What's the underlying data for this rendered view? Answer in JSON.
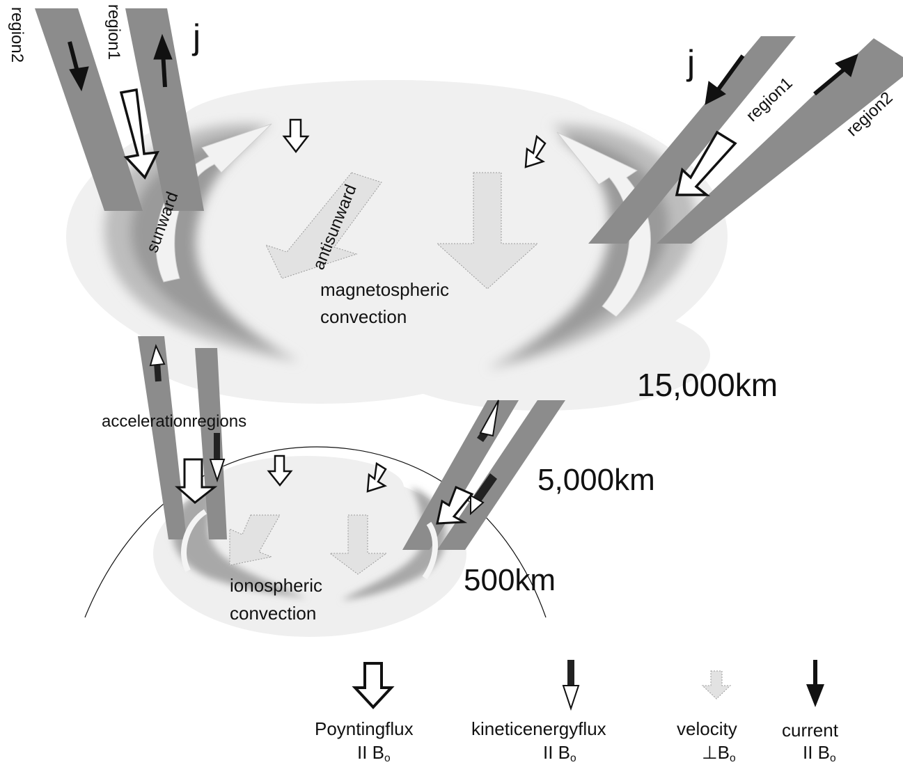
{
  "labels": {
    "region2_left": "region2",
    "region1_left": "region1",
    "j_left": "j",
    "j_right": "j",
    "region1_right": "region1",
    "region2_right": "region2",
    "sunward": "sunward",
    "antisunward": "antisunward",
    "magnetospheric_line1": "magnetospheric",
    "magnetospheric_line2": "convection",
    "acceleration_regions": "accelerationregions",
    "alt_15000": "15,000km",
    "alt_5000": "5,000km",
    "alt_500": "500km",
    "ionospheric_line1": "ionospheric",
    "ionospheric_line2": "convection"
  },
  "legend": {
    "poynting_line1": "Poyntingflux",
    "poynting_line2": "II B",
    "kinetic_line1": "kineticenergyflux",
    "kinetic_line2": "II B",
    "velocity_line1": "velocity",
    "velocity_line2": "⊥B",
    "current_line1": "current",
    "current_line2": "II B",
    "subscript": "o"
  },
  "colors": {
    "band": "#8c8c8c",
    "cloud": "#eeeeee",
    "cloud_mid": "#d6d6d6",
    "crescent": "#a8a8a8",
    "velocity_fill": "#e2e2e2",
    "ink": "#111111"
  }
}
